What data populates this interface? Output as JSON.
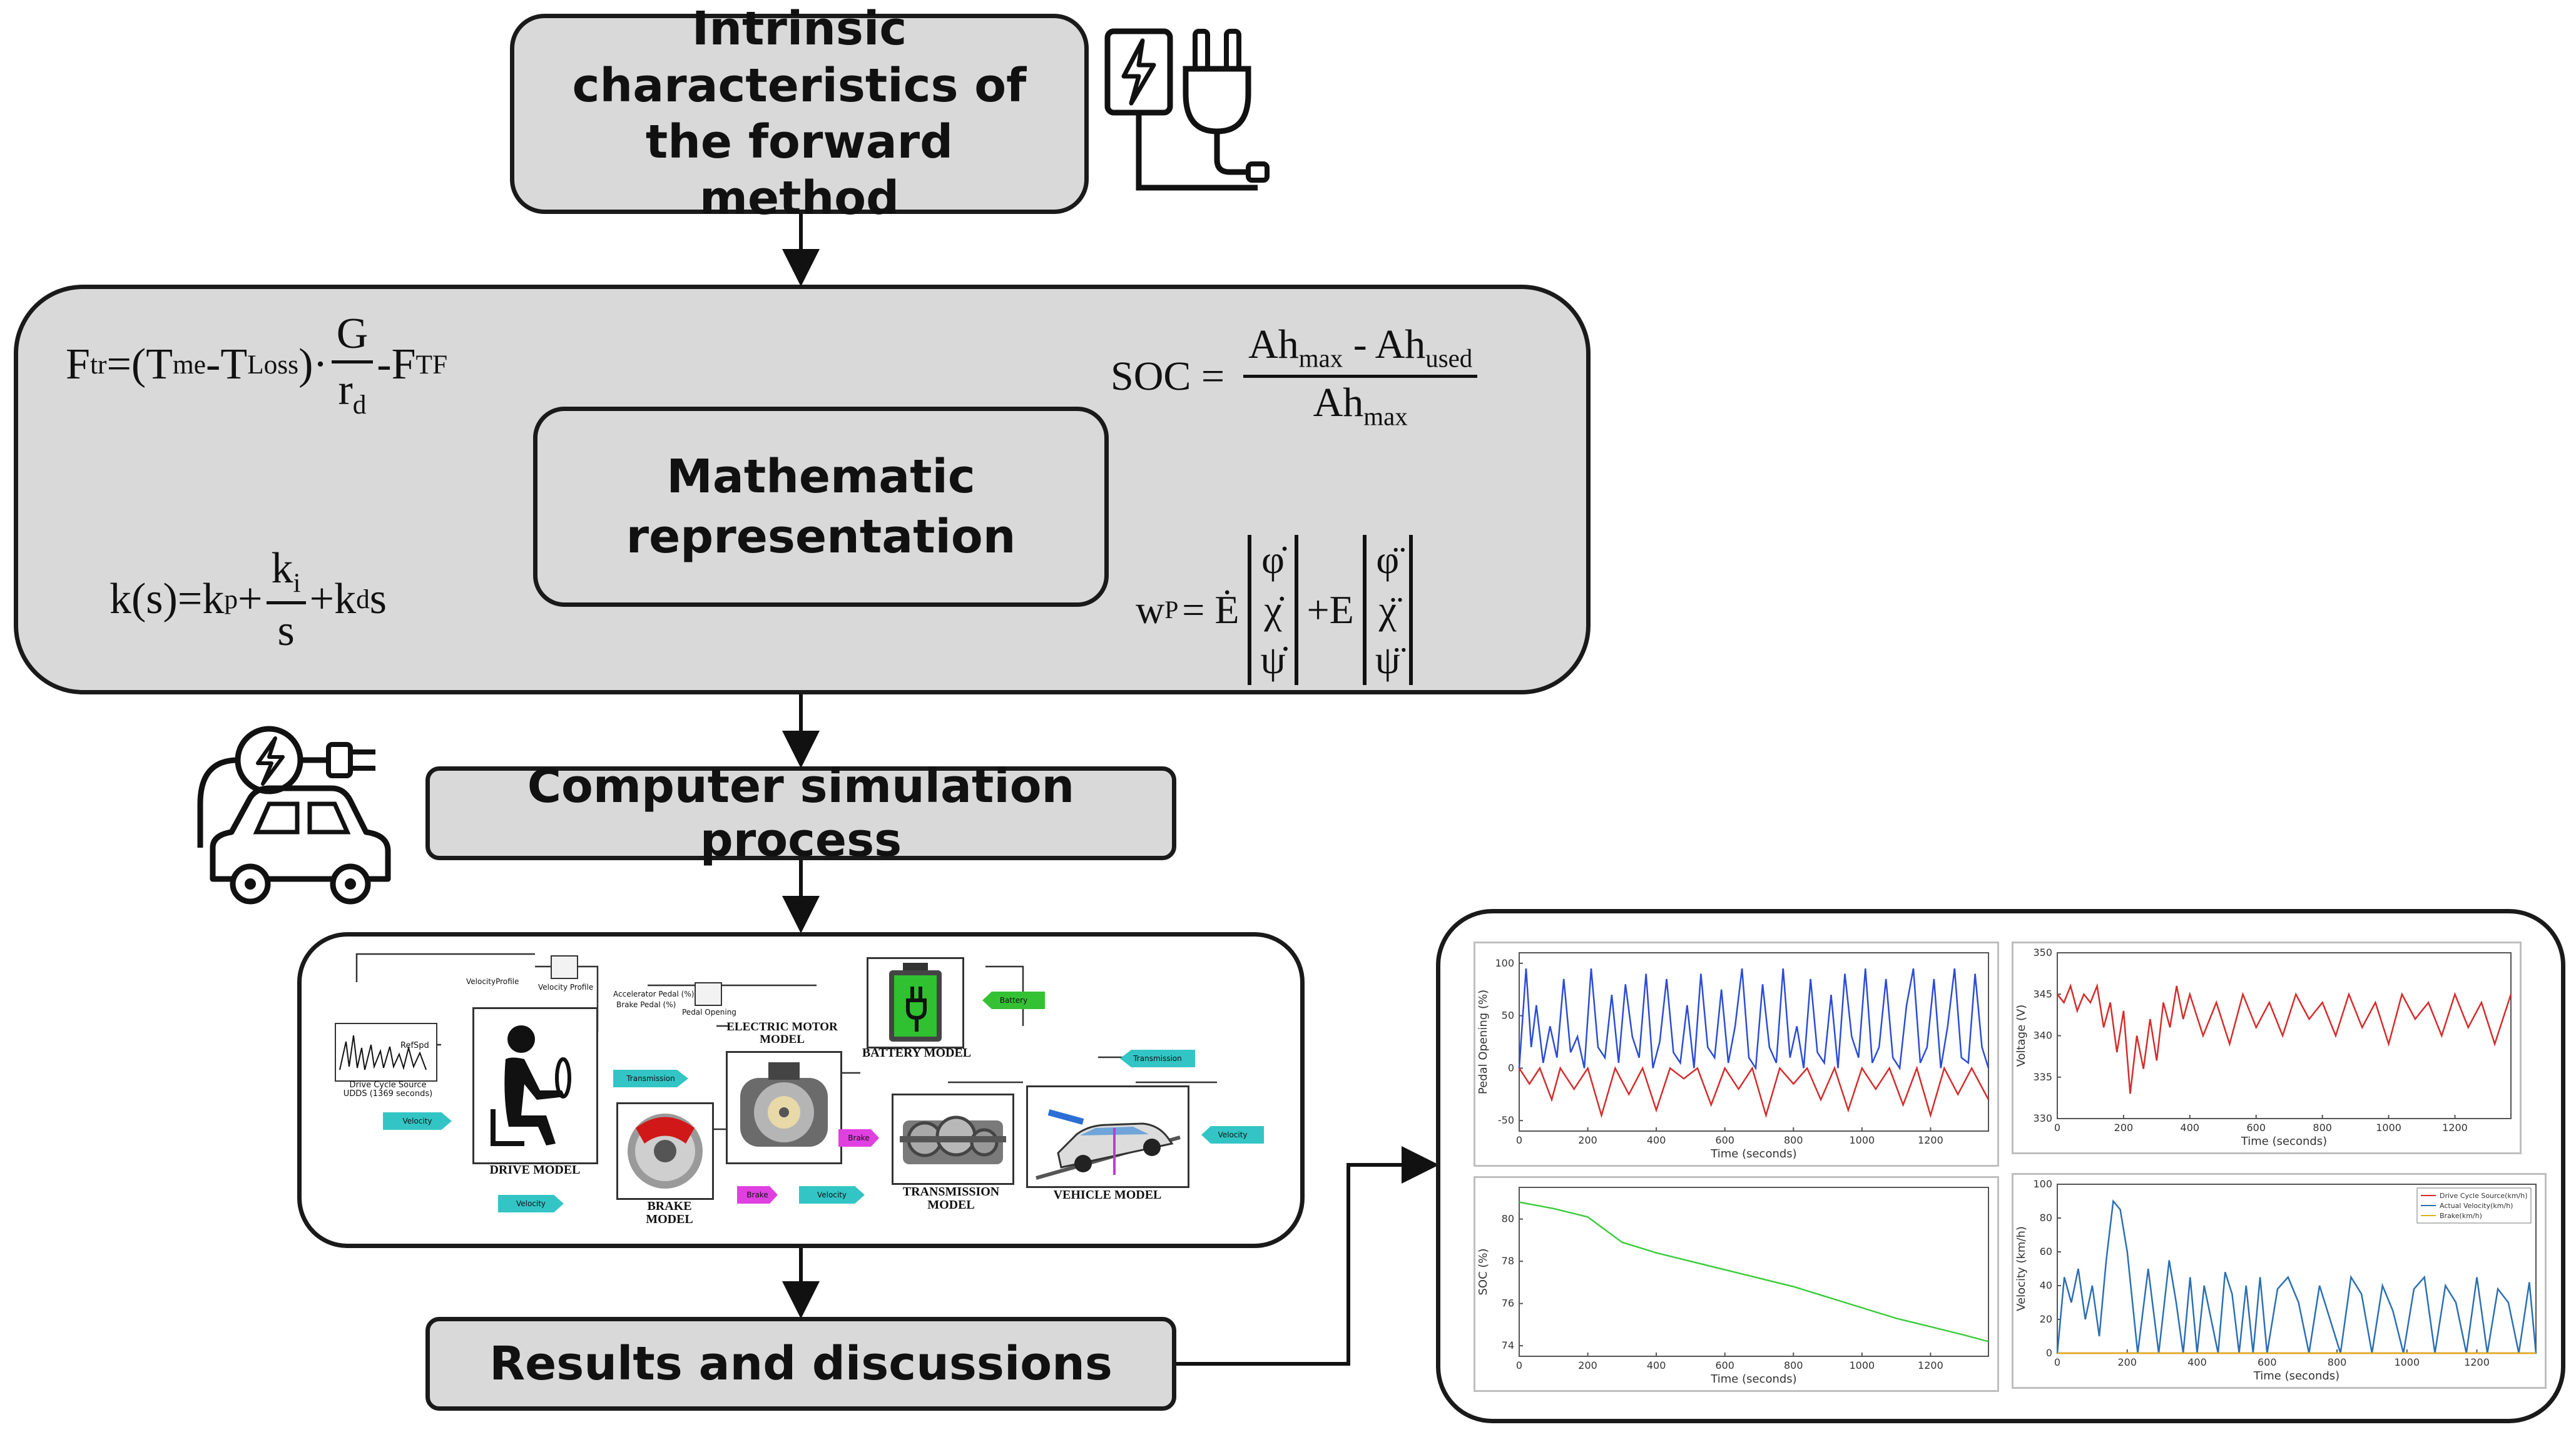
{
  "steps": {
    "intrinsic": "Intrinsic characteristics of the forward method",
    "math": "Mathematic representation",
    "simulation": "Computer simulation process",
    "results": "Results and discussions"
  },
  "icons": {
    "top": "charging-station-plug-icon",
    "middle": "electric-car-charging-icon"
  },
  "equations": {
    "force_lhs": "F",
    "force_lhs_sub": "tr",
    "force_open": "=(T",
    "force_me": "me",
    "force_minus": "-T",
    "force_loss": "Loss",
    "force_close": ")·",
    "force_num": "G",
    "force_den": "r",
    "force_den_sub": "d",
    "force_tail": "-F",
    "force_tail_sub": "TF",
    "soc_lhs": "SOC =",
    "soc_num": "Ah",
    "soc_num_sub1": "max",
    "soc_num_mid": " - Ah",
    "soc_num_sub2": "used",
    "soc_den": "Ah",
    "soc_den_sub": "max",
    "pid_lhs": "k(s)=k",
    "pid_p": "p",
    "pid_plus": "+",
    "pid_num": "k",
    "pid_num_sub": "i",
    "pid_den": "s",
    "pid_tail": "+k",
    "pid_d": "d",
    "pid_s": "s",
    "wp_lhs": "w",
    "wp_sub": "P",
    "wp_eq": "= Ė",
    "wp_plus": "+E",
    "vec1": [
      "φ̇",
      "χ̇",
      "ψ̇"
    ],
    "vec2": [
      "φ̈",
      "χ̈",
      "ψ̈"
    ]
  },
  "simulink": {
    "drive_cycle_source": "Drive Cycle Source",
    "drive_cycle_sub": "UDDS (1369 seconds)",
    "drive_model": "DRIVE MODEL",
    "brake_model": "BRAKE MODEL",
    "electric_motor_model": "ELECTRIC MOTOR MODEL",
    "battery_model": "BATTERY MODEL",
    "transmission_model": "TRANSMISSION MODEL",
    "vehicle_model": "VEHICLE MODEL",
    "tags": [
      "Velocity",
      "Transmission",
      "Battery",
      "Transmission",
      "Brake",
      "Brake",
      "Velocity",
      "Velocity",
      "Velocity"
    ],
    "top_labels": [
      "VelocityProfile",
      "Velocity Profile",
      "Accelerator Pedal (%)",
      "Brake Pedal (%)",
      "Pedal Opening",
      "RefSpd"
    ]
  },
  "chart_data": [
    {
      "type": "line",
      "xlabel": "Time (seconds)",
      "ylabel": "Pedal Opening (%)",
      "xlim": [
        0,
        1369
      ],
      "ylim": [
        -60,
        110
      ],
      "xticks": [
        0,
        200,
        400,
        600,
        800,
        1000,
        1200
      ],
      "yticks": [
        -50,
        0,
        50,
        100
      ],
      "grid": false,
      "series": [
        {
          "color": "#2b4cd6",
          "x": [
            0,
            20,
            35,
            50,
            70,
            90,
            110,
            130,
            150,
            170,
            190,
            210,
            230,
            250,
            270,
            290,
            310,
            330,
            350,
            370,
            390,
            410,
            430,
            450,
            470,
            490,
            510,
            530,
            550,
            570,
            590,
            610,
            630,
            650,
            670,
            690,
            710,
            730,
            750,
            770,
            790,
            810,
            830,
            850,
            870,
            890,
            910,
            930,
            950,
            970,
            990,
            1010,
            1030,
            1050,
            1070,
            1090,
            1110,
            1130,
            1150,
            1170,
            1190,
            1210,
            1230,
            1250,
            1270,
            1290,
            1310,
            1330,
            1350,
            1369
          ],
          "y": [
            0,
            95,
            20,
            60,
            5,
            40,
            10,
            85,
            15,
            30,
            0,
            95,
            20,
            10,
            70,
            5,
            80,
            30,
            10,
            90,
            0,
            25,
            85,
            15,
            5,
            60,
            0,
            90,
            20,
            10,
            75,
            5,
            40,
            95,
            10,
            0,
            80,
            20,
            5,
            95,
            10,
            40,
            0,
            85,
            15,
            5,
            70,
            0,
            90,
            30,
            10,
            95,
            5,
            20,
            85,
            10,
            0,
            60,
            95,
            5,
            20,
            85,
            0,
            40,
            95,
            10,
            5,
            90,
            20,
            0
          ]
        },
        {
          "color": "#d62b2b",
          "x": [
            0,
            30,
            60,
            95,
            120,
            160,
            200,
            240,
            280,
            320,
            360,
            400,
            440,
            480,
            520,
            560,
            600,
            640,
            680,
            720,
            760,
            800,
            840,
            880,
            920,
            960,
            1000,
            1040,
            1080,
            1120,
            1160,
            1200,
            1240,
            1280,
            1320,
            1369
          ],
          "y": [
            0,
            -15,
            0,
            -30,
            0,
            -20,
            0,
            -45,
            0,
            -25,
            0,
            -40,
            0,
            -10,
            0,
            -35,
            0,
            -20,
            0,
            -45,
            0,
            -15,
            0,
            -30,
            0,
            -40,
            0,
            -20,
            0,
            -35,
            0,
            -45,
            0,
            -25,
            0,
            -30
          ]
        }
      ]
    },
    {
      "type": "line",
      "xlabel": "Time (seconds)",
      "ylabel": "Voltage (V)",
      "xlim": [
        0,
        1369
      ],
      "ylim": [
        330,
        350
      ],
      "xticks": [
        0,
        200,
        400,
        600,
        800,
        1000,
        1200
      ],
      "yticks": [
        330,
        335,
        340,
        345,
        350
      ],
      "grid": false,
      "series": [
        {
          "color": "#d62b2b",
          "x": [
            0,
            20,
            40,
            60,
            80,
            100,
            120,
            140,
            160,
            180,
            200,
            220,
            240,
            260,
            280,
            300,
            320,
            340,
            360,
            380,
            400,
            440,
            480,
            520,
            560,
            600,
            640,
            680,
            720,
            760,
            800,
            840,
            880,
            920,
            960,
            1000,
            1040,
            1080,
            1120,
            1160,
            1200,
            1240,
            1280,
            1320,
            1369
          ],
          "y": [
            345,
            344,
            346,
            343,
            345,
            344,
            346,
            341,
            344,
            338,
            343,
            333,
            340,
            336,
            342,
            337,
            344,
            341,
            346,
            342,
            345,
            340,
            344,
            339,
            345,
            341,
            344,
            340,
            345,
            342,
            344,
            340,
            345,
            341,
            344,
            339,
            345,
            342,
            344,
            340,
            345,
            341,
            344,
            339,
            345
          ]
        }
      ]
    },
    {
      "type": "line",
      "xlabel": "Time (seconds)",
      "ylabel": "SOC (%)",
      "xlim": [
        0,
        1369
      ],
      "ylim": [
        73.5,
        81.5
      ],
      "xticks": [
        0,
        200,
        400,
        600,
        800,
        1000,
        1200
      ],
      "yticks": [
        74,
        76,
        78,
        80
      ],
      "grid": false,
      "series": [
        {
          "color": "#3ccd3c",
          "x": [
            0,
            100,
            200,
            300,
            400,
            500,
            600,
            700,
            800,
            900,
            1000,
            1100,
            1200,
            1300,
            1369
          ],
          "y": [
            80.8,
            80.5,
            80.1,
            78.9,
            78.4,
            78.0,
            77.6,
            77.2,
            76.8,
            76.3,
            75.8,
            75.3,
            74.9,
            74.5,
            74.2
          ]
        }
      ]
    },
    {
      "type": "line",
      "xlabel": "Time (seconds)",
      "ylabel": "Velocity (km/h)",
      "xlim": [
        0,
        1369
      ],
      "ylim": [
        0,
        100
      ],
      "xticks": [
        0,
        200,
        400,
        600,
        800,
        1000,
        1200
      ],
      "yticks": [
        0,
        20,
        40,
        60,
        80,
        100
      ],
      "grid": false,
      "legend": "top-right",
      "series": [
        {
          "name": "Drive Cycle Source(km/h)",
          "color": "#d62b2b",
          "x": [
            0,
            1369
          ],
          "y": [
            0,
            0
          ]
        },
        {
          "name": "Actual Velocity(km/h)",
          "color": "#2b6fb3",
          "x": [
            0,
            20,
            40,
            60,
            80,
            100,
            120,
            140,
            160,
            180,
            200,
            230,
            260,
            290,
            320,
            340,
            360,
            380,
            400,
            420,
            440,
            460,
            480,
            500,
            520,
            540,
            560,
            580,
            600,
            630,
            660,
            690,
            720,
            750,
            780,
            810,
            840,
            870,
            900,
            930,
            960,
            990,
            1020,
            1050,
            1080,
            1110,
            1140,
            1170,
            1200,
            1230,
            1260,
            1290,
            1320,
            1350,
            1369
          ],
          "y": [
            0,
            45,
            30,
            50,
            20,
            40,
            10,
            55,
            90,
            85,
            60,
            0,
            50,
            0,
            55,
            30,
            0,
            45,
            0,
            40,
            20,
            0,
            48,
            35,
            0,
            40,
            0,
            45,
            0,
            38,
            45,
            30,
            0,
            40,
            20,
            0,
            45,
            35,
            0,
            40,
            25,
            0,
            38,
            45,
            0,
            40,
            30,
            0,
            45,
            0,
            38,
            30,
            0,
            42,
            0
          ]
        },
        {
          "name": "Brake(km/h)",
          "color": "#e0b020",
          "x": [
            0,
            1369
          ],
          "y": [
            0,
            0
          ]
        }
      ]
    }
  ]
}
